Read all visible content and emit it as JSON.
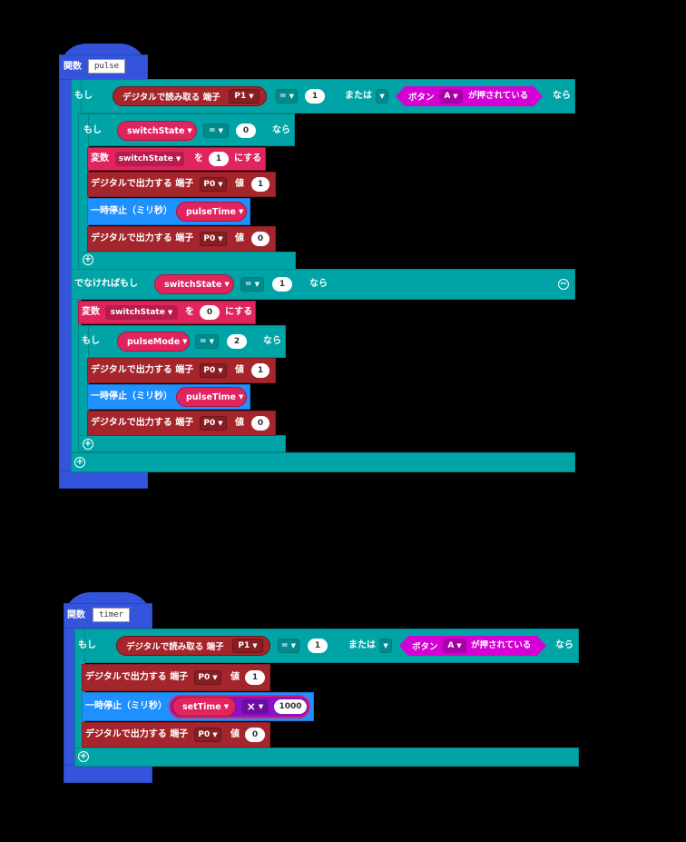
{
  "func1": {
    "keyword": "関数",
    "name": "pulse",
    "if1": {
      "if_kw": "もし",
      "read": "デジタルで読み取る 端子",
      "pin": "P1",
      "op": "=",
      "val": "1",
      "or": "または",
      "button": "ボタン",
      "btn": "A",
      "pressed": "が押されている",
      "then": "なら"
    },
    "if2": {
      "if_kw": "もし",
      "var": "switchState",
      "op": "=",
      "val": "0",
      "then": "なら"
    },
    "set1": {
      "kw": "変数",
      "var": "switchState",
      "to": "を",
      "val": "1",
      "do": "にする"
    },
    "w1": {
      "text": "デジタルで出力する 端子",
      "pin": "P0",
      "v": "値",
      "val": "1"
    },
    "p1": {
      "text": "一時停止（ミリ秒）",
      "var": "pulseTime"
    },
    "w2": {
      "text": "デジタルで出力する 端子",
      "pin": "P0",
      "v": "値",
      "val": "0"
    },
    "elif": {
      "kw": "でなければもし",
      "var": "switchState",
      "op": "=",
      "val": "1",
      "then": "なら"
    },
    "set2": {
      "kw": "変数",
      "var": "switchState",
      "to": "を",
      "val": "0",
      "do": "にする"
    },
    "if3": {
      "if_kw": "もし",
      "var": "pulseMode",
      "op": "=",
      "val": "2",
      "then": "なら"
    },
    "w3": {
      "text": "デジタルで出力する 端子",
      "pin": "P0",
      "v": "値",
      "val": "1"
    },
    "p2": {
      "text": "一時停止（ミリ秒）",
      "var": "pulseTime"
    },
    "w4": {
      "text": "デジタルで出力する 端子",
      "pin": "P0",
      "v": "値",
      "val": "0"
    }
  },
  "func2": {
    "keyword": "関数",
    "name": "timer",
    "if1": {
      "if_kw": "もし",
      "read": "デジタルで読み取る 端子",
      "pin": "P1",
      "op": "=",
      "val": "1",
      "or": "または",
      "button": "ボタン",
      "btn": "A",
      "pressed": "が押されている",
      "then": "なら"
    },
    "w1": {
      "text": "デジタルで出力する 端子",
      "pin": "P0",
      "v": "値",
      "val": "1"
    },
    "p1": {
      "text": "一時停止（ミリ秒）",
      "var": "setTime",
      "mul": "×",
      "mulval": "1000"
    },
    "w2": {
      "text": "デジタルで出力する 端子",
      "pin": "P0",
      "v": "値",
      "val": "0"
    }
  },
  "icons": {
    "plus": "+",
    "minus": "−",
    "dropdown": "▼"
  },
  "colors": {
    "function": "#3455db",
    "logic": "#00a4a6",
    "pins": "#a4262c",
    "variables": "#e0245e",
    "basic": "#1e90ff",
    "input": "#d400d4",
    "math": "#8a12c8"
  }
}
